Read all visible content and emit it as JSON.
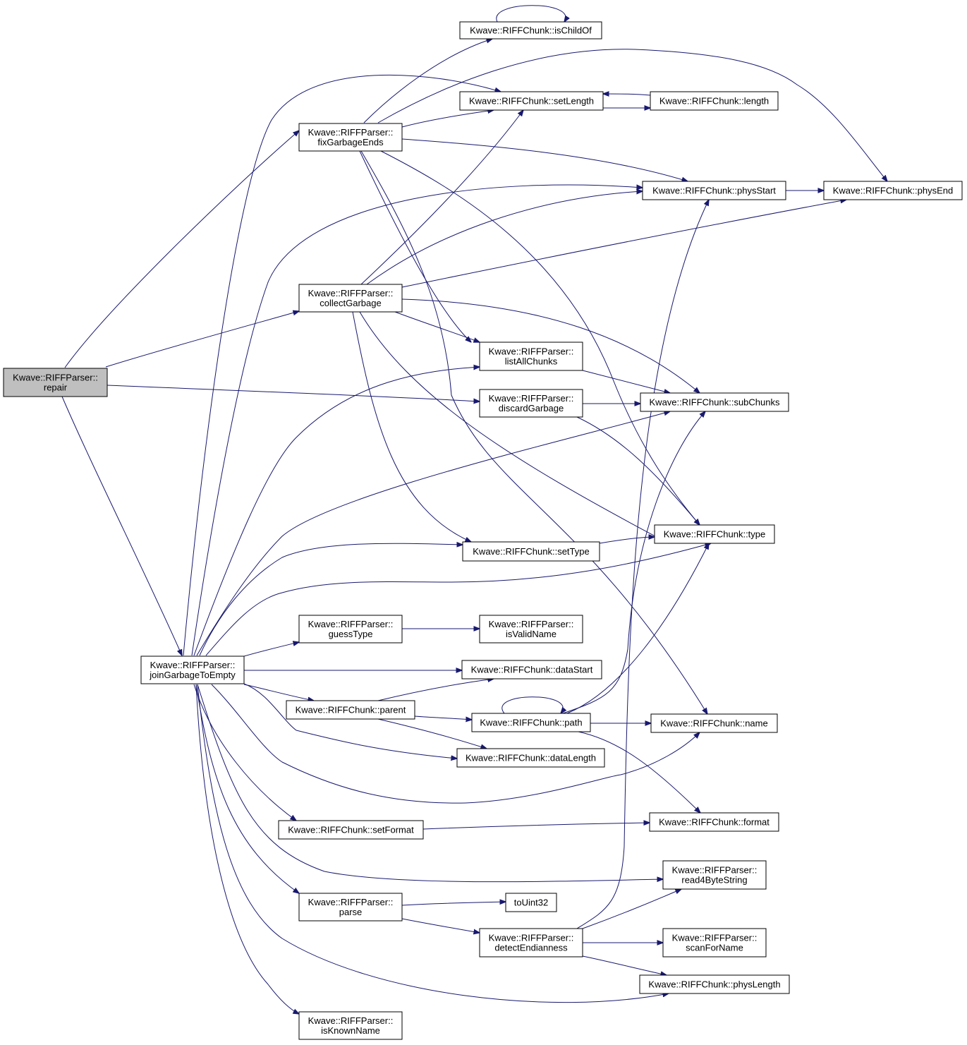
{
  "colors": {
    "edge": "#191970",
    "node_border": "#000000",
    "root_fill": "#bfbfbf",
    "node_fill": "#ffffff"
  },
  "nodes": {
    "repair": [
      "Kwave::RIFFParser::",
      "repair"
    ],
    "isChildOf": [
      "Kwave::RIFFChunk::isChildOf"
    ],
    "setLength": [
      "Kwave::RIFFChunk::setLength"
    ],
    "length": [
      "Kwave::RIFFChunk::length"
    ],
    "fixGarbageEnds": [
      "Kwave::RIFFParser::",
      "fixGarbageEnds"
    ],
    "physStart": [
      "Kwave::RIFFChunk::physStart"
    ],
    "physEnd": [
      "Kwave::RIFFChunk::physEnd"
    ],
    "collectGarbage": [
      "Kwave::RIFFParser::",
      "collectGarbage"
    ],
    "listAllChunks": [
      "Kwave::RIFFParser::",
      "listAllChunks"
    ],
    "discardGarbage": [
      "Kwave::RIFFParser::",
      "discardGarbage"
    ],
    "subChunks": [
      "Kwave::RIFFChunk::subChunks"
    ],
    "type": [
      "Kwave::RIFFChunk::type"
    ],
    "setType": [
      "Kwave::RIFFChunk::setType"
    ],
    "guessType": [
      "Kwave::RIFFParser::",
      "guessType"
    ],
    "isValidName": [
      "Kwave::RIFFParser::",
      "isValidName"
    ],
    "joinGarbageToEmpty": [
      "Kwave::RIFFParser::",
      "joinGarbageToEmpty"
    ],
    "dataStart": [
      "Kwave::RIFFChunk::dataStart"
    ],
    "parent": [
      "Kwave::RIFFChunk::parent"
    ],
    "path": [
      "Kwave::RIFFChunk::path"
    ],
    "name": [
      "Kwave::RIFFChunk::name"
    ],
    "dataLength": [
      "Kwave::RIFFChunk::dataLength"
    ],
    "setFormat": [
      "Kwave::RIFFChunk::setFormat"
    ],
    "format": [
      "Kwave::RIFFChunk::format"
    ],
    "read4ByteString": [
      "Kwave::RIFFParser::",
      "read4ByteString"
    ],
    "parse": [
      "Kwave::RIFFParser::",
      "parse"
    ],
    "toUint32": [
      "toUint32"
    ],
    "detectEndianness": [
      "Kwave::RIFFParser::",
      "detectEndianness"
    ],
    "scanForName": [
      "Kwave::RIFFParser::",
      "scanForName"
    ],
    "physLength": [
      "Kwave::RIFFChunk::physLength"
    ],
    "isKnownName": [
      "Kwave::RIFFParser::",
      "isKnownName"
    ]
  },
  "edges": [
    [
      "repair",
      "fixGarbageEnds"
    ],
    [
      "repair",
      "collectGarbage"
    ],
    [
      "repair",
      "discardGarbage"
    ],
    [
      "repair",
      "joinGarbageToEmpty"
    ],
    [
      "repair",
      "setLength"
    ],
    [
      "fixGarbageEnds",
      "isChildOf"
    ],
    [
      "fixGarbageEnds",
      "setLength"
    ],
    [
      "fixGarbageEnds",
      "physEnd"
    ],
    [
      "fixGarbageEnds",
      "physStart"
    ],
    [
      "fixGarbageEnds",
      "listAllChunks"
    ],
    [
      "fixGarbageEnds",
      "type"
    ],
    [
      "fixGarbageEnds",
      "name"
    ],
    [
      "isChildOf",
      "isChildOf"
    ],
    [
      "setLength",
      "length"
    ],
    [
      "length",
      "setLength"
    ],
    [
      "physStart",
      "physEnd"
    ],
    [
      "collectGarbage",
      "setLength"
    ],
    [
      "collectGarbage",
      "physStart"
    ],
    [
      "collectGarbage",
      "physEnd"
    ],
    [
      "collectGarbage",
      "listAllChunks"
    ],
    [
      "collectGarbage",
      "subChunks"
    ],
    [
      "collectGarbage",
      "setType"
    ],
    [
      "collectGarbage",
      "type"
    ],
    [
      "listAllChunks",
      "subChunks"
    ],
    [
      "discardGarbage",
      "subChunks"
    ],
    [
      "discardGarbage",
      "type"
    ],
    [
      "setType",
      "type"
    ],
    [
      "joinGarbageToEmpty",
      "physStart"
    ],
    [
      "joinGarbageToEmpty",
      "listAllChunks"
    ],
    [
      "joinGarbageToEmpty",
      "subChunks"
    ],
    [
      "joinGarbageToEmpty",
      "setType"
    ],
    [
      "joinGarbageToEmpty",
      "type"
    ],
    [
      "joinGarbageToEmpty",
      "guessType"
    ],
    [
      "joinGarbageToEmpty",
      "dataStart"
    ],
    [
      "joinGarbageToEmpty",
      "parent"
    ],
    [
      "joinGarbageToEmpty",
      "dataLength"
    ],
    [
      "joinGarbageToEmpty",
      "name"
    ],
    [
      "joinGarbageToEmpty",
      "setFormat"
    ],
    [
      "joinGarbageToEmpty",
      "read4ByteString"
    ],
    [
      "joinGarbageToEmpty",
      "parse"
    ],
    [
      "joinGarbageToEmpty",
      "physLength"
    ],
    [
      "joinGarbageToEmpty",
      "isKnownName"
    ],
    [
      "guessType",
      "isValidName"
    ],
    [
      "parent",
      "dataStart"
    ],
    [
      "parent",
      "path"
    ],
    [
      "parent",
      "dataLength"
    ],
    [
      "path",
      "path"
    ],
    [
      "path",
      "subChunks"
    ],
    [
      "path",
      "type"
    ],
    [
      "path",
      "name"
    ],
    [
      "path",
      "format"
    ],
    [
      "setFormat",
      "format"
    ],
    [
      "parse",
      "toUint32"
    ],
    [
      "parse",
      "detectEndianness"
    ],
    [
      "detectEndianness",
      "physStart"
    ],
    [
      "detectEndianness",
      "read4ByteString"
    ],
    [
      "detectEndianness",
      "scanForName"
    ],
    [
      "detectEndianness",
      "physLength"
    ]
  ]
}
